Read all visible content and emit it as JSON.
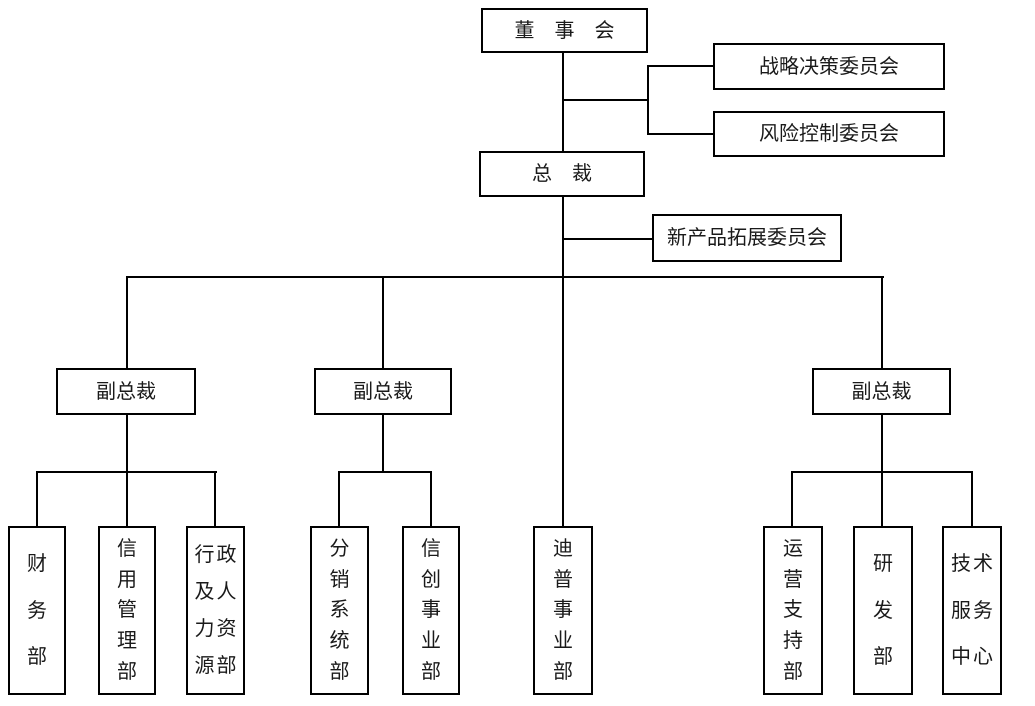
{
  "diagram_type": "org-chart",
  "colors": {
    "background": "#ffffff",
    "box_border": "#000000",
    "connector": "#000000",
    "text": "#1a1a1a"
  },
  "org": {
    "board": {
      "id": "board",
      "label": "董　事　会"
    },
    "board_committees": [
      {
        "id": "strategy_committee",
        "label": "战略决策委员会"
      },
      {
        "id": "risk_committee",
        "label": "风险控制委员会"
      }
    ],
    "president": {
      "id": "president",
      "label": "总　裁"
    },
    "president_committee": {
      "id": "new_product_committee",
      "label": "新产品拓展委员会"
    },
    "vice_presidents": [
      {
        "id": "vp_1",
        "label": "副总裁"
      },
      {
        "id": "vp_2",
        "label": "副总裁"
      },
      {
        "id": "vp_3",
        "label": "副总裁"
      }
    ],
    "departments": [
      {
        "id": "finance",
        "name": "财务部",
        "lines": [
          "财",
          "务",
          "部"
        ]
      },
      {
        "id": "credit_management",
        "name": "信用管理部",
        "lines": [
          "信",
          "用",
          "管",
          "理",
          "部"
        ]
      },
      {
        "id": "admin_hr",
        "name": "行政及人力资源部",
        "lines": [
          "行政",
          "及人",
          "力资",
          "源部"
        ]
      },
      {
        "id": "distribution_system",
        "name": "分销系统部",
        "lines": [
          "分",
          "销",
          "系",
          "统",
          "部"
        ]
      },
      {
        "id": "xinchuang_business",
        "name": "信创事业部",
        "lines": [
          "信",
          "创",
          "事",
          "业",
          "部"
        ]
      },
      {
        "id": "dipu_business",
        "name": "迪普事业部",
        "lines": [
          "迪",
          "普",
          "事",
          "业",
          "部"
        ]
      },
      {
        "id": "operations_support",
        "name": "运营支持部",
        "lines": [
          "运",
          "营",
          "支",
          "持",
          "部"
        ]
      },
      {
        "id": "rnd",
        "name": "研发部",
        "lines": [
          "研",
          "发",
          "部"
        ]
      },
      {
        "id": "tech_service_center",
        "name": "技术服务中心",
        "lines": [
          "技术",
          "服务",
          "中心"
        ]
      }
    ],
    "edges": [
      {
        "from": "board",
        "to": "strategy_committee"
      },
      {
        "from": "board",
        "to": "risk_committee"
      },
      {
        "from": "board",
        "to": "president"
      },
      {
        "from": "president",
        "to": "new_product_committee"
      },
      {
        "from": "president",
        "to": "vp_1"
      },
      {
        "from": "president",
        "to": "vp_2"
      },
      {
        "from": "president",
        "to": "vp_3"
      },
      {
        "from": "president",
        "to": "dipu_business"
      },
      {
        "from": "vp_1",
        "to": "finance"
      },
      {
        "from": "vp_1",
        "to": "credit_management"
      },
      {
        "from": "vp_1",
        "to": "admin_hr"
      },
      {
        "from": "vp_2",
        "to": "distribution_system"
      },
      {
        "from": "vp_2",
        "to": "xinchuang_business"
      },
      {
        "from": "vp_3",
        "to": "operations_support"
      },
      {
        "from": "vp_3",
        "to": "rnd"
      },
      {
        "from": "vp_3",
        "to": "tech_service_center"
      }
    ]
  }
}
